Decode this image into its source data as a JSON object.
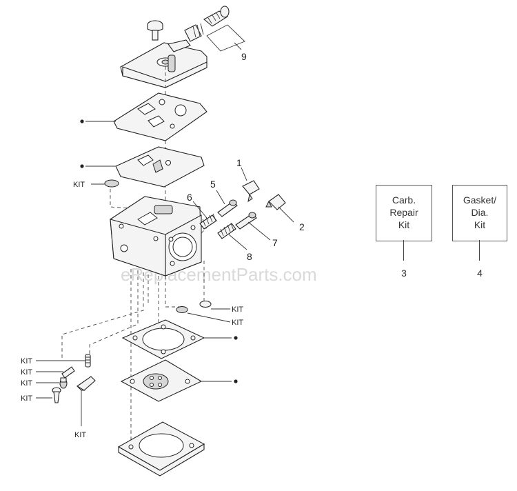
{
  "watermark": "eReplacementParts.com",
  "callouts": {
    "p1": "1",
    "p2": "2",
    "p5": "5",
    "p6": "6",
    "p7": "7",
    "p8": "8",
    "p9": "9"
  },
  "kit_label": "KIT",
  "kit_boxes": [
    {
      "lines": [
        "Carb.",
        "Repair",
        "Kit"
      ],
      "number": "3"
    },
    {
      "lines": [
        "Gasket/",
        "Dia.",
        "Kit"
      ],
      "number": "4"
    }
  ]
}
